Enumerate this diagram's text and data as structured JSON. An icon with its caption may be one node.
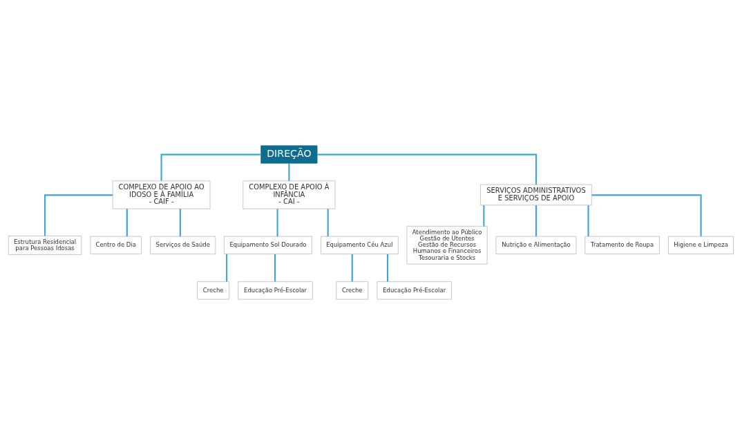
{
  "diagram": {
    "nodes": [
      {
        "text": [
          "DIREÇÃO"
        ]
      },
      {
        "text": [
          "COMPLEXO DE APOIO AO IDOSO E À FAMÍLIA",
          "- CAIF -"
        ]
      },
      {
        "text": [
          "COMPLEXO DE APOIO À INFÂNCIA",
          "- CAI -"
        ]
      },
      {
        "text": [
          "SERVIÇOS ADMINISTRATIVOS E SERVIÇOS DE APOIO"
        ]
      },
      {
        "text": [
          "Estrutura Residencial para Pessoas Idosas"
        ]
      },
      {
        "text": [
          "Centro de Dia"
        ]
      },
      {
        "text": [
          "Serviços de Saúde"
        ]
      },
      {
        "text": [
          "Equipamento Sol Dourado"
        ]
      },
      {
        "text": [
          "Equipamento Céu Azul"
        ]
      },
      {
        "text": [
          "Creche"
        ]
      },
      {
        "text": [
          "Educação Pré-Escolar"
        ]
      },
      {
        "text": [
          "Creche"
        ]
      },
      {
        "text": [
          "Educação Pré-Escolar"
        ]
      },
      {
        "text": [
          "Atendimento ao Público",
          "Gestão de Utentes",
          "Gestão de Recursos Humanos e Financeiros",
          "Tesouraria e Stocks"
        ]
      },
      {
        "text": [
          "Nutrição e Alimentação"
        ]
      },
      {
        "text": [
          "Tratamento de Roupa"
        ]
      },
      {
        "text": [
          "Higiene e Limpeza"
        ]
      }
    ],
    "edges": [
      {
        "from": 0,
        "to": 1,
        "arrow": "none"
      },
      {
        "from": 0,
        "to": 2,
        "arrow": "none"
      },
      {
        "from": 0,
        "to": 3,
        "arrow": "none"
      },
      {
        "from": 1,
        "to": 4,
        "arrow": "none"
      },
      {
        "from": 1,
        "to": 5,
        "arrow": "none"
      },
      {
        "from": 1,
        "to": 6,
        "arrow": "none"
      },
      {
        "from": 2,
        "to": 7,
        "arrow": "none"
      },
      {
        "from": 2,
        "to": 8,
        "arrow": "none"
      },
      {
        "from": 7,
        "to": 9,
        "arrow": "none"
      },
      {
        "from": 7,
        "to": 10,
        "arrow": "none"
      },
      {
        "from": 8,
        "to": 11,
        "arrow": "none"
      },
      {
        "from": 8,
        "to": 12,
        "arrow": "none"
      },
      {
        "from": 3,
        "to": 13,
        "arrow": "none"
      },
      {
        "from": 3,
        "to": 14,
        "arrow": "none"
      },
      {
        "from": 3,
        "to": 15,
        "arrow": "none"
      },
      {
        "from": 3,
        "to": 16,
        "arrow": "none"
      }
    ]
  }
}
